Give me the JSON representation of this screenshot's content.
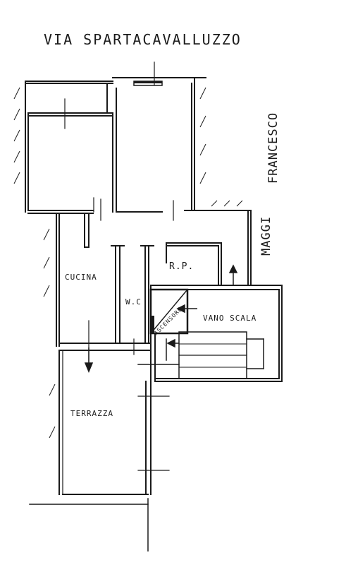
{
  "street": "VIA SPARTACAVALLUZZO",
  "side_street": {
    "part1": "FRANCESCO",
    "part2": "MAGGI"
  },
  "rooms": {
    "cucina": "CUCINA",
    "rp": "R.P.",
    "wc": "W.C",
    "vano_scala": "VANO SCALA",
    "terrazza": "TERRAZZA",
    "ascensore": "ASCENSORE"
  },
  "colors": {
    "ink": "#1a1a1a",
    "paper": "#ffffff"
  }
}
